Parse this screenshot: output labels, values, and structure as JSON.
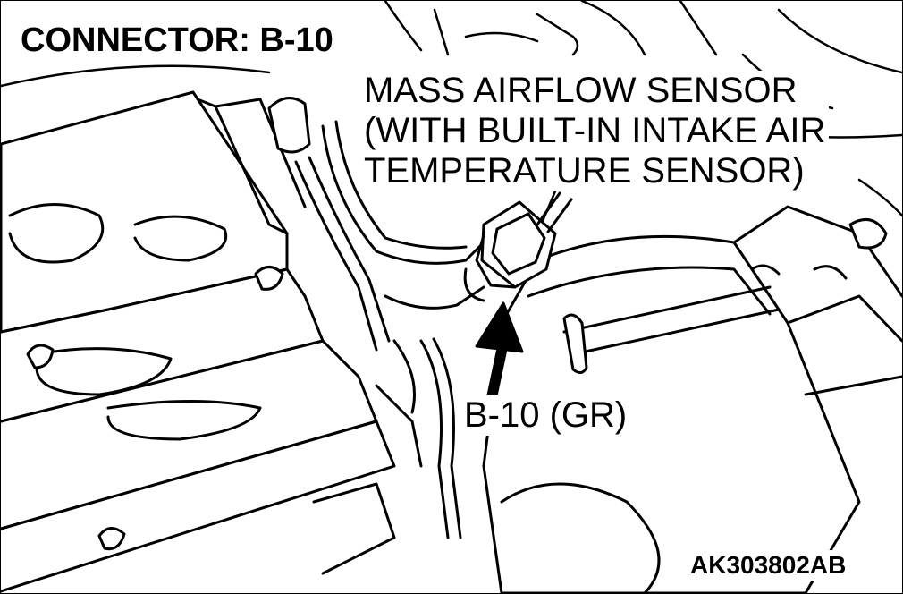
{
  "title": "CONNECTOR: B-10",
  "callout": {
    "lines": [
      "MASS AIRFLOW SENSOR",
      "(WITH BUILT-IN INTAKE AIR",
      "TEMPERATURE SENSOR)"
    ]
  },
  "connector_label": "B-10 (GR)",
  "figure_code": "AK303802AB",
  "colors": {
    "ink": "#000000",
    "paper": "#ffffff"
  }
}
